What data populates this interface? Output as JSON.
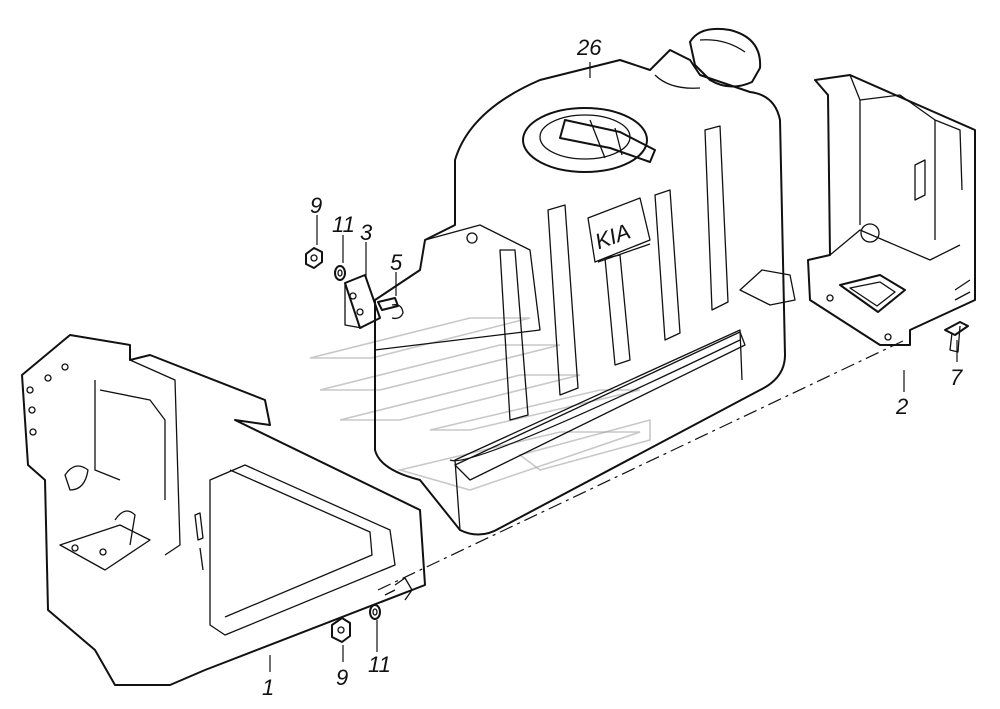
{
  "diagram": {
    "callouts": {
      "tank": "26",
      "nut_top": "9",
      "washer_top": "11",
      "bracket": "3",
      "bolt_top": "5",
      "frame_bracket": "1",
      "nut_bottom": "9",
      "washer_bottom": "11",
      "tank_holder": "2",
      "bolt_right": "7"
    },
    "tank_logo_text": "KIA"
  }
}
